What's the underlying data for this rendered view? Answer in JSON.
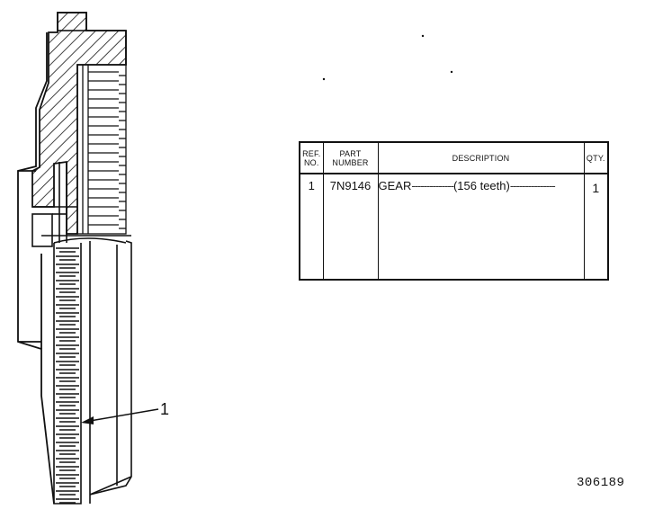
{
  "callout": {
    "label": "1"
  },
  "parts_table": {
    "headers": {
      "ref_no": [
        "REF.",
        "NO."
      ],
      "part_number": [
        "PART",
        "NUMBER"
      ],
      "description": "DESCRIPTION",
      "qty": "QTY."
    },
    "rows": [
      {
        "ref_no": "1",
        "part_number": "7N9146",
        "description": "GEAR",
        "description_dots_left": "--------------",
        "description_note": "(156 teeth)",
        "description_dots_right": "---------------",
        "qty": "1"
      }
    ]
  },
  "illustration_number": "306189"
}
